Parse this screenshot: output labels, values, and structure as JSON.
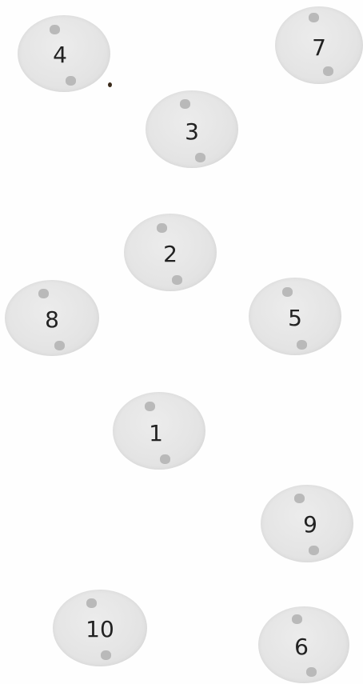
{
  "discs": [
    {
      "id": "4",
      "label": "4"
    },
    {
      "id": "7",
      "label": "7"
    },
    {
      "id": "3",
      "label": "3"
    },
    {
      "id": "2",
      "label": "2"
    },
    {
      "id": "8",
      "label": "8"
    },
    {
      "id": "5",
      "label": "5"
    },
    {
      "id": "1",
      "label": "1"
    },
    {
      "id": "9",
      "label": "9"
    },
    {
      "id": "10",
      "label": "10"
    },
    {
      "id": "6",
      "label": "6"
    }
  ]
}
